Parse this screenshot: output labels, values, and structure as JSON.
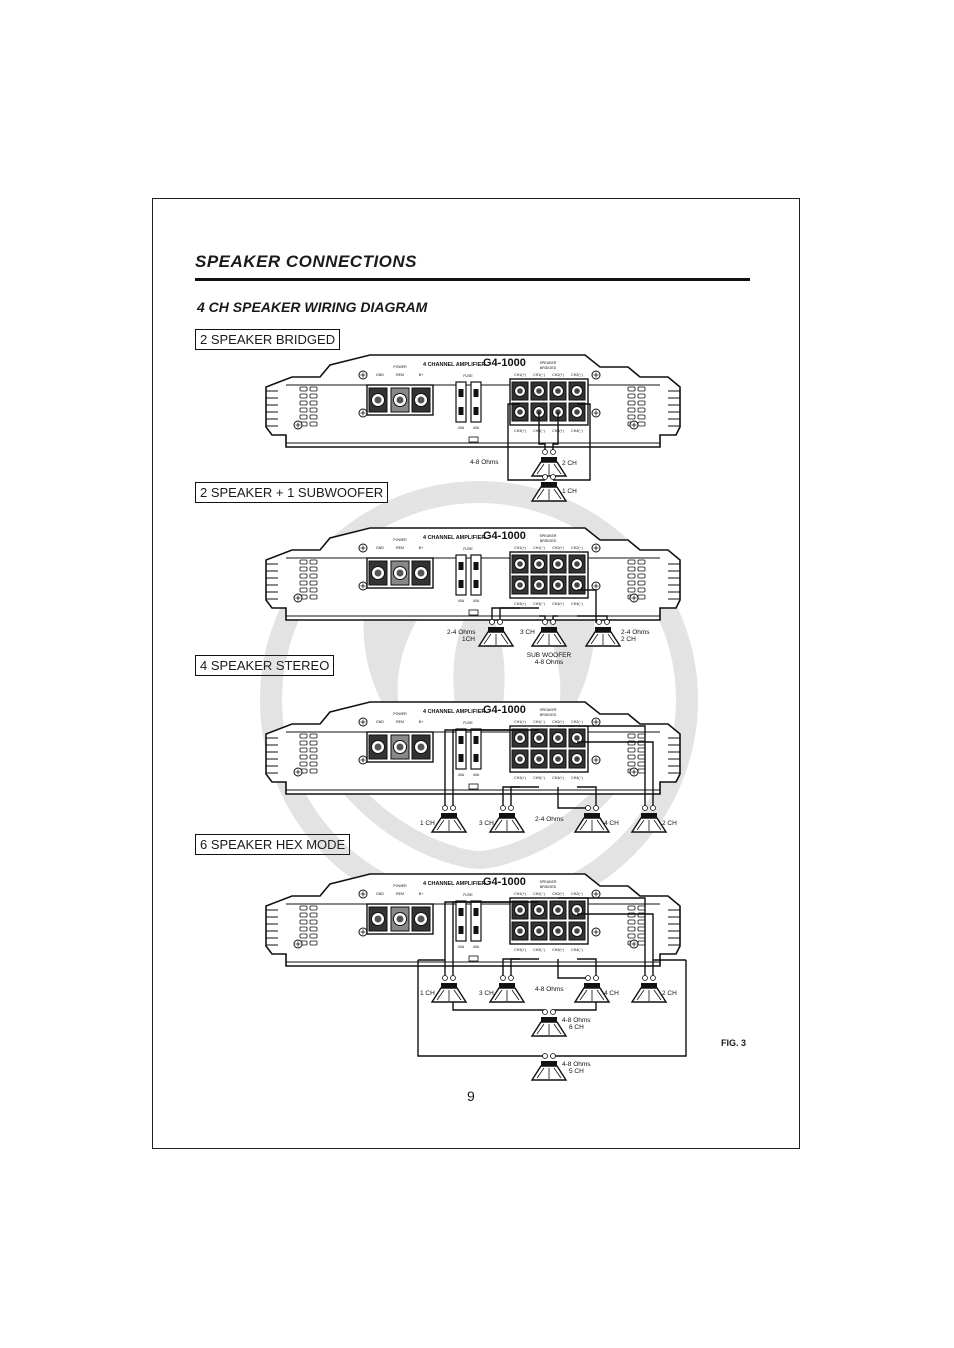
{
  "page": {
    "title": "SPEAKER CONNECTIONS",
    "subtitle": "4 CH SPEAKER WIRING DIAGRAM",
    "page_number": "9",
    "figure_label": "FIG. 3"
  },
  "amp": {
    "channel_text": "4 CHANNEL AMPLIFIER",
    "model": "G4-1000",
    "power_label": "POWER",
    "gnd": "GND",
    "rem": "REM",
    "bplus": "B+",
    "fuse": "FUSE",
    "fuse_rating": "40A",
    "speaker": "SPEAKER",
    "bridged": "BRIDGED",
    "ch_top": [
      "CH1(+)",
      "CH1(−)",
      "CH2(+)",
      "CH2(−)"
    ],
    "ch_bottom": [
      "CH3(+)",
      "CH3(−)",
      "CH4(+)",
      "CH4(−)"
    ]
  },
  "sections": [
    {
      "name": "2 SPEAKER BRIDGED",
      "labels": [
        "4-8 Ohms",
        "2 CH",
        "1 CH"
      ]
    },
    {
      "name": "2 SPEAKER + 1 SUBWOOFER",
      "labels": [
        "2-4 Ohms",
        "1CH",
        "3 CH",
        "SUB WOOFER",
        "4-8 Ohms",
        "2-4 Ohms",
        "2 CH"
      ]
    },
    {
      "name": "4 SPEAKER STEREO",
      "labels": [
        "1 CH",
        "3 CH",
        "2-4 Ohms",
        "4 CH",
        "2 CH"
      ]
    },
    {
      "name": "6 SPEAKER HEX MODE",
      "labels": [
        "1 CH",
        "3 CH",
        "4-8 Ohms",
        "4 CH",
        "2 CH",
        "4-8 Ohms",
        "6 CH",
        "4-8 Ohms",
        "5 CH"
      ]
    }
  ]
}
